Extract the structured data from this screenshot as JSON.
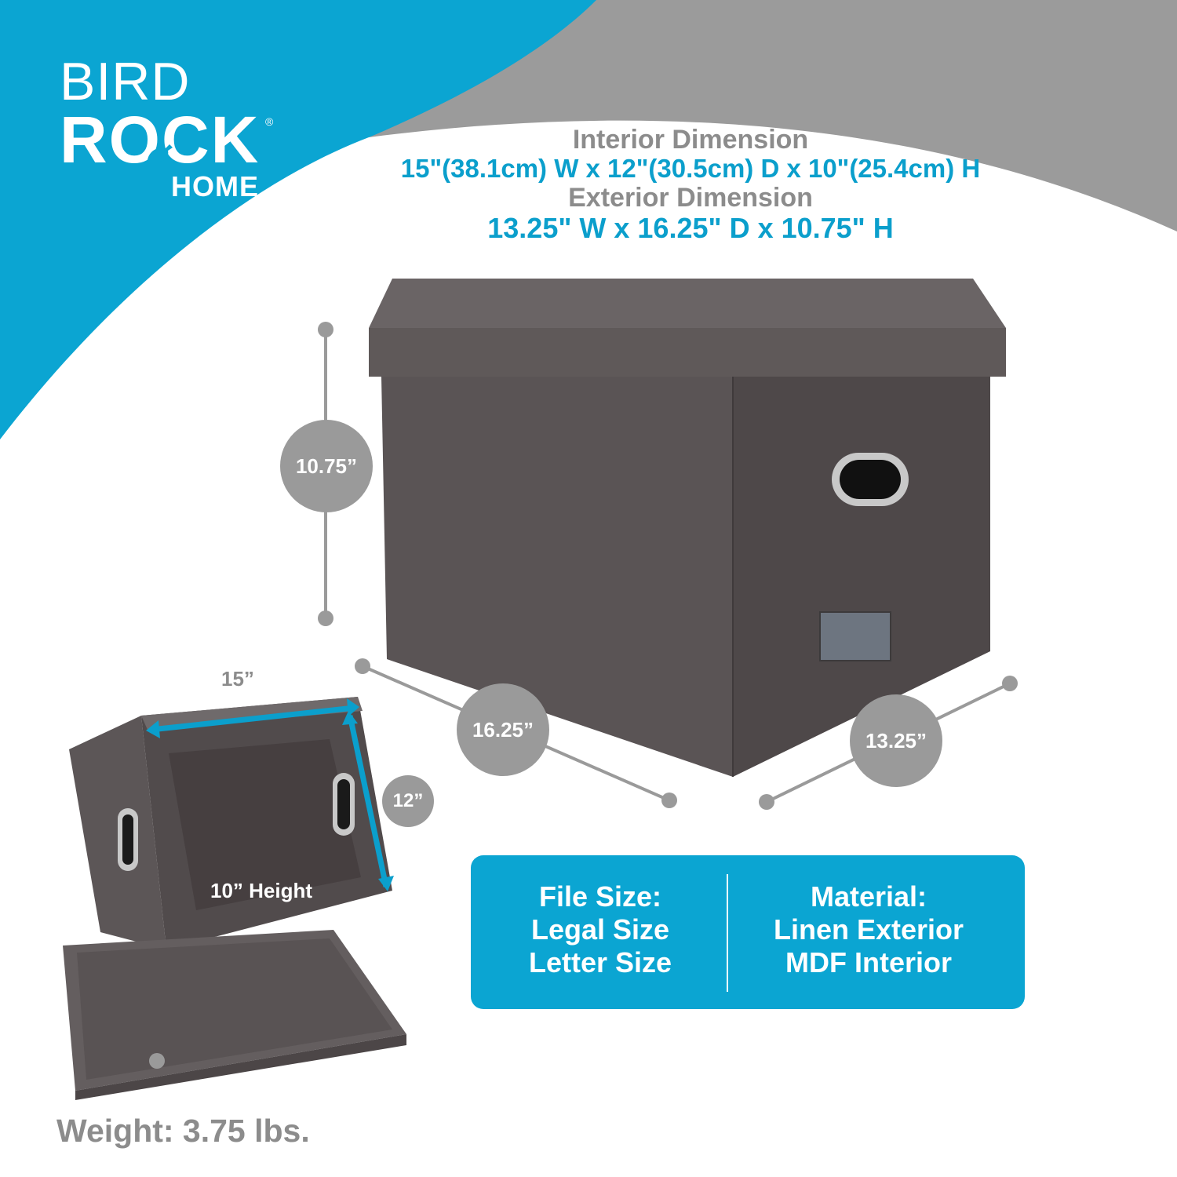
{
  "brand": {
    "line1": "BIRD",
    "line2": "ROCK",
    "line3": "HOME",
    "registered": "®"
  },
  "interior": {
    "heading": "Interior Dimension",
    "value": "15\"(38.1cm) W x 12\"(30.5cm) D x 10\"(25.4cm) H"
  },
  "exterior": {
    "heading": "Exterior Dimension",
    "value": "13.25\" W x 16.25\" D x 10.75\" H"
  },
  "callouts": {
    "height": "10.75”",
    "depth": "16.25”",
    "width": "13.25”",
    "interior_width": "15”",
    "interior_depth": "12”",
    "interior_height": "10” Height"
  },
  "file_size": {
    "heading": "File Size:",
    "line1": "Legal Size",
    "line2": "Letter Size"
  },
  "material": {
    "heading": "Material:",
    "line1": "Linen Exterior",
    "line2": "MDF Interior"
  },
  "weight": "Weight: 3.75 lbs.",
  "colors": {
    "accent": "#0ba5d2",
    "gray": "#9a9a9a",
    "box": "#5b5556",
    "text_gray": "#8c8c8c"
  }
}
